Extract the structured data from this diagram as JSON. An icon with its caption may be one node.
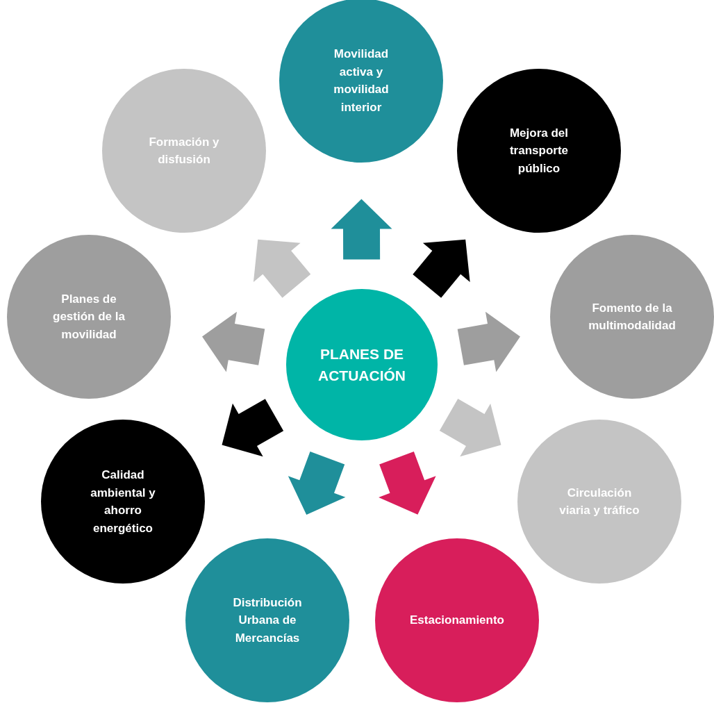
{
  "diagram": {
    "nodes": [
      {
        "text": [
          "PLANES DE ACTUACIÓN"
        ]
      },
      {
        "text": [
          "Movilidad activa y movilidad interior"
        ]
      },
      {
        "text": [
          "Mejora del transporte público"
        ]
      },
      {
        "text": [
          "Fomento de la multimodalidad"
        ]
      },
      {
        "text": [
          "Circulación viaria y tráfico"
        ]
      },
      {
        "text": [
          "Estacionamiento"
        ]
      },
      {
        "text": [
          "Distribución Urbana de Mercancías"
        ]
      },
      {
        "text": [
          "Calidad ambiental y ahorro energético"
        ]
      },
      {
        "text": [
          "Planes de gestión de la movilidad"
        ]
      },
      {
        "text": [
          "Formación y disfusión"
        ]
      }
    ],
    "edges": [
      {
        "from": 0,
        "to": 1,
        "arrow": "to",
        "style": "thick",
        "color": "#1f8f9a"
      },
      {
        "from": 0,
        "to": 2,
        "arrow": "to",
        "style": "thick",
        "color": "#000000"
      },
      {
        "from": 0,
        "to": 3,
        "arrow": "to",
        "style": "thick",
        "color": "#9e9e9e"
      },
      {
        "from": 0,
        "to": 4,
        "arrow": "to",
        "style": "thick",
        "color": "#c4c4c4"
      },
      {
        "from": 0,
        "to": 5,
        "arrow": "to",
        "style": "thick",
        "color": "#d81e5b"
      },
      {
        "from": 0,
        "to": 6,
        "arrow": "to",
        "style": "thick",
        "color": "#1f8f9a"
      },
      {
        "from": 0,
        "to": 7,
        "arrow": "to",
        "style": "thick",
        "color": "#000000"
      },
      {
        "from": 0,
        "to": 8,
        "arrow": "to",
        "style": "thick",
        "color": "#9e9e9e"
      },
      {
        "from": 0,
        "to": 9,
        "arrow": "to",
        "style": "thick",
        "color": "#c4c4c4"
      }
    ]
  }
}
